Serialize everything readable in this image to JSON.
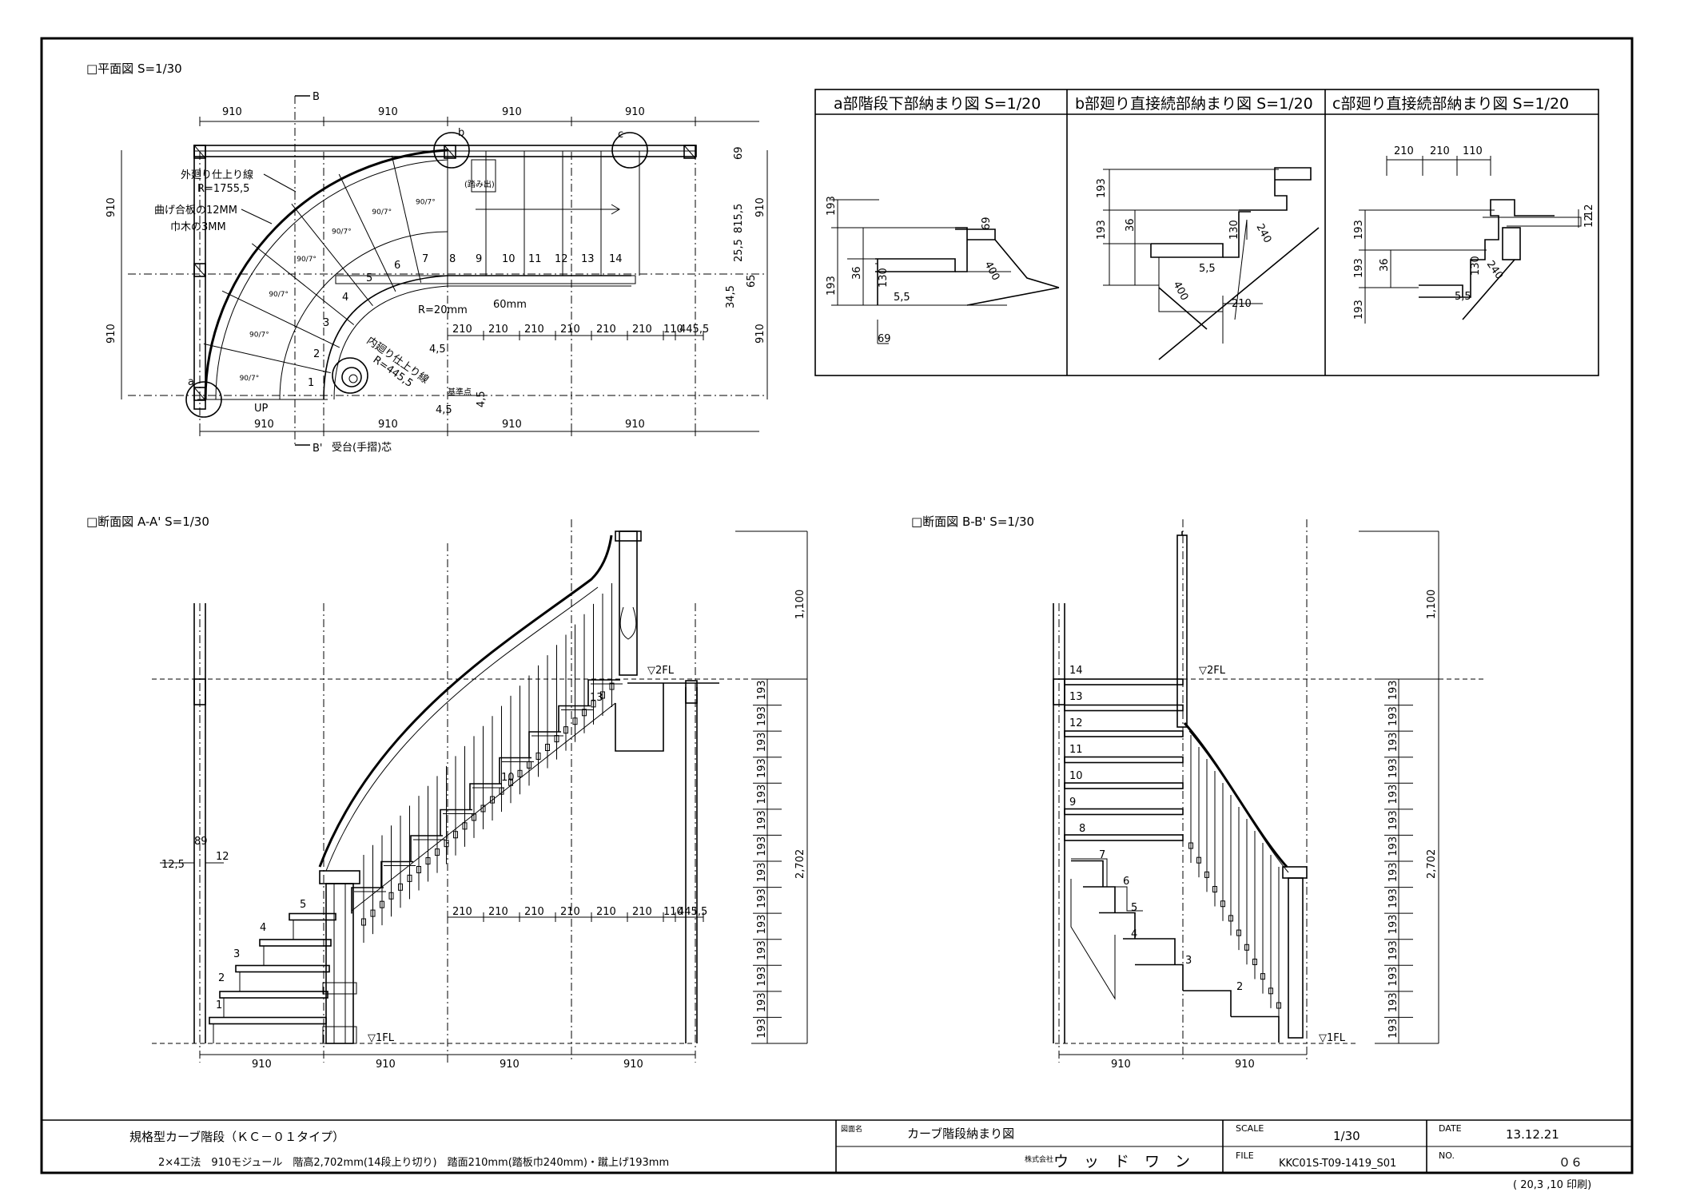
{
  "plan": {
    "title": "□平面図 S=1/30",
    "dim_top": [
      "910",
      "910",
      "910",
      "910"
    ],
    "dim_bottom": [
      "910",
      "910",
      "910",
      "910"
    ],
    "dim_left": [
      "910",
      "910"
    ],
    "dim_right": [
      "910",
      "910"
    ],
    "dim_right_inner": [
      "815,5",
      "25,5",
      "34,5",
      "65",
      "69"
    ],
    "treads_dims": [
      "210",
      "210",
      "210",
      "210",
      "210",
      "210",
      "110",
      "445,5"
    ],
    "labels": {
      "outer_line": "外廻り仕上り線",
      "outer_r": "R=1755,5",
      "plywood": "曲げ合板の12MM",
      "cloth": "巾木の3MM",
      "inner_line": "内廻り仕上り線",
      "inner_r": "R=445,5",
      "r20": "R=20mm",
      "mm60": "60mm",
      "up": "UP",
      "base_point": "基準点",
      "support": "受台(手摺)芯",
      "box": "(踏み出)",
      "angle": "90/7°",
      "d45": "4,5",
      "d45b": "4,5",
      "d45c": "4,5",
      "B": "B",
      "B2": "B'",
      "a": "a",
      "b": "b",
      "c": "c"
    },
    "steps": [
      "1",
      "2",
      "3",
      "4",
      "5",
      "6",
      "7",
      "8",
      "9",
      "10",
      "11",
      "12",
      "13",
      "14"
    ]
  },
  "details": {
    "a_title": "a部階段下部納まり図 S=1/20",
    "b_title": "b部廻り直接続部納まり図 S=1/20",
    "c_title": "c部廻り直接続部納まり図 S=1/20",
    "a_dims": [
      "193",
      "193",
      "36",
      "130",
      "5,5",
      "69",
      "400",
      "69"
    ],
    "b_dims": [
      "193",
      "193",
      "36",
      "130",
      "5,5",
      "240",
      "400",
      "210"
    ],
    "c_dims": [
      "210",
      "210",
      "110",
      "193",
      "193",
      "36",
      "130",
      "240",
      "5,5",
      "12",
      "12",
      "193"
    ]
  },
  "section_a": {
    "title": "□断面図 A-A' S=1/30",
    "fl1": "▽1FL",
    "fl2": "▽2FL",
    "dim_bottom": [
      "910",
      "910",
      "910",
      "910"
    ],
    "risers": [
      "193",
      "193",
      "193",
      "193",
      "193",
      "193",
      "193",
      "193",
      "193",
      "193",
      "193",
      "193",
      "193",
      "193"
    ],
    "total": "2,702",
    "handrail": "1,100",
    "treads_dims": [
      "210",
      "210",
      "210",
      "210",
      "210",
      "210",
      "110",
      "445,5"
    ],
    "left_dims": [
      "12,5",
      "89",
      "12"
    ],
    "steps": [
      "1",
      "2",
      "3",
      "4",
      "5",
      "10",
      "13"
    ]
  },
  "section_b": {
    "title": "□断面図 B-B' S=1/30",
    "fl1": "▽1FL",
    "fl2": "▽2FL",
    "dim_bottom": [
      "910",
      "910"
    ],
    "risers": [
      "193",
      "193",
      "193",
      "193",
      "193",
      "193",
      "193",
      "193",
      "193",
      "193",
      "193",
      "193",
      "193",
      "193"
    ],
    "total": "2,702",
    "handrail": "1,100",
    "steps": [
      "14",
      "13",
      "12",
      "11",
      "10",
      "9",
      "8",
      "7",
      "6",
      "5",
      "4",
      "3",
      "2"
    ]
  },
  "titleblock": {
    "product": "規格型カーブ階段（ＫＣ－０１タイプ）",
    "spec": "2×4工法　910モジュール　階高2,702mm(14段上り切り)　踏面210mm(踏板巾240mm)・蹴上げ193mm",
    "drawing_name_label": "図面名",
    "drawing_name": "カーブ階段納まり図",
    "company_label": "株式会社",
    "company": "ウ　ッ　ド　ワ　ン",
    "scale_label": "SCALE",
    "scale": "1/30",
    "file_label": "FILE",
    "file": "KKC01S-T09-1419_S01",
    "date_label": "DATE",
    "date": "13.12.21",
    "no_label": "NO.",
    "no": "０６",
    "print_note": "( 20,3 ,10 印刷)"
  }
}
